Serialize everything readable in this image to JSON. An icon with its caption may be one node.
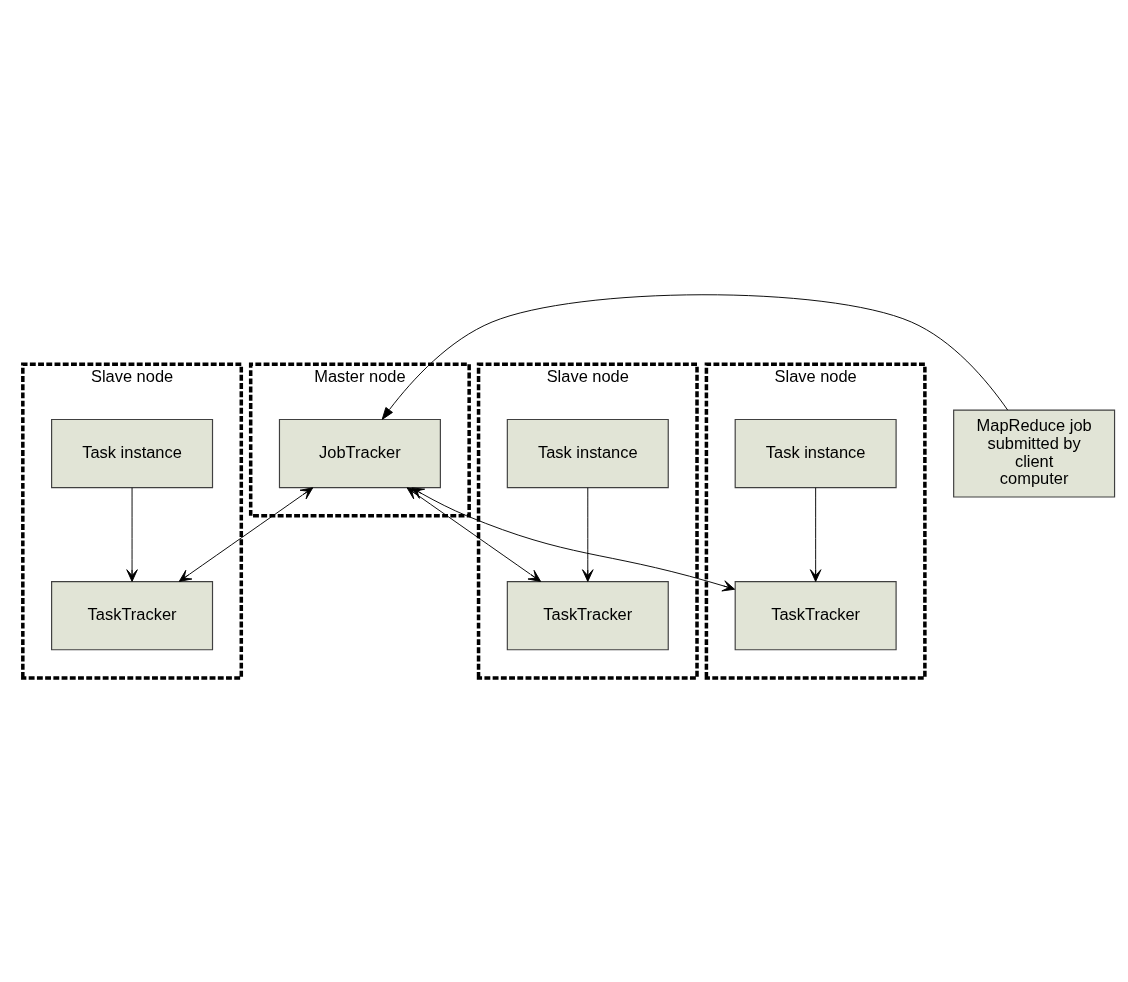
{
  "diagram": {
    "nodes": [
      {
        "text": [
          "Master node"
        ]
      },
      {
        "text": [
          "JobTracker"
        ],
        "in": 0
      },
      {
        "text": [
          "MapReduce job submitted by client computer"
        ]
      },
      {
        "text": [
          "Slave node"
        ]
      },
      {
        "text": [
          "TaskTracker"
        ],
        "in": 3
      },
      {
        "text": [
          "Task instance"
        ],
        "in": 3
      },
      {
        "text": [
          "Slave node"
        ]
      },
      {
        "text": [
          "TaskTracker"
        ],
        "in": 6
      },
      {
        "text": [
          "Task instance"
        ],
        "in": 6
      },
      {
        "text": [
          "Slave node"
        ]
      },
      {
        "text": [
          "TaskTracker"
        ],
        "in": 9
      },
      {
        "text": [
          "Task instance"
        ],
        "in": 9
      }
    ],
    "edges": [
      {
        "from": 2,
        "to": 1,
        "arrow": "to"
      },
      {
        "from": 1,
        "to": 4,
        "arrow": "both"
      },
      {
        "from": 1,
        "to": 7,
        "arrow": "both"
      },
      {
        "from": 1,
        "to": 10,
        "arrow": "both"
      },
      {
        "from": 5,
        "to": 4,
        "arrow": "to"
      },
      {
        "from": 8,
        "to": 7,
        "arrow": "to"
      },
      {
        "from": 11,
        "to": 10,
        "arrow": "to"
      }
    ]
  }
}
